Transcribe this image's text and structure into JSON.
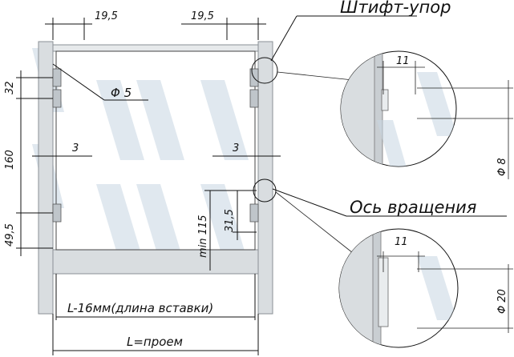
{
  "labels": {
    "top_left_19_5": "19,5",
    "top_right_19_5": "19,5",
    "dia_5": "Φ 5",
    "dim_32": "32",
    "dim_160": "160",
    "dim_49_5": "49,5",
    "gap_left_3": "3",
    "gap_right_3": "3",
    "min_115": "min 115",
    "dim_31_5": "31,5",
    "insert_length": "L-16мм(длина вставки)",
    "opening": "L=проем",
    "stop_pin": "Штифт-упор",
    "pivot_axis": "Ось вращения",
    "detail_top_11": "11",
    "detail_top_dia8": "Φ 8",
    "detail_bot_11": "11",
    "detail_bot_dia20": "Φ 20"
  },
  "colors": {
    "panel": "#d9dde0",
    "panel_edge": "#8a9096",
    "line": "#111111",
    "watermark": "#c6d6e2"
  }
}
